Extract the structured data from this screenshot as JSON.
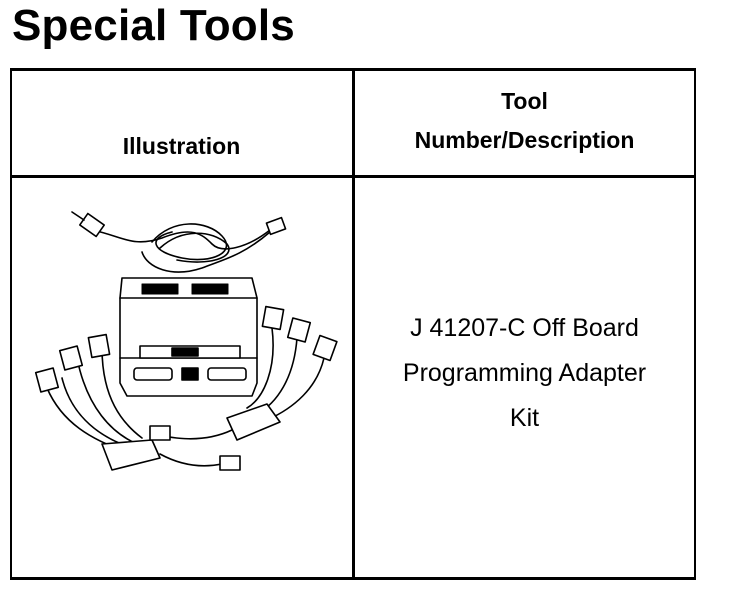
{
  "title": "Special Tools",
  "table": {
    "header_illustration": "Illustration",
    "header_tool_line1": "Tool",
    "header_tool_line2": "Number/Description",
    "row": {
      "desc_line1": "J 41207-C Off Board",
      "desc_line2": "Programming Adapter",
      "desc_line3": "Kit"
    }
  }
}
